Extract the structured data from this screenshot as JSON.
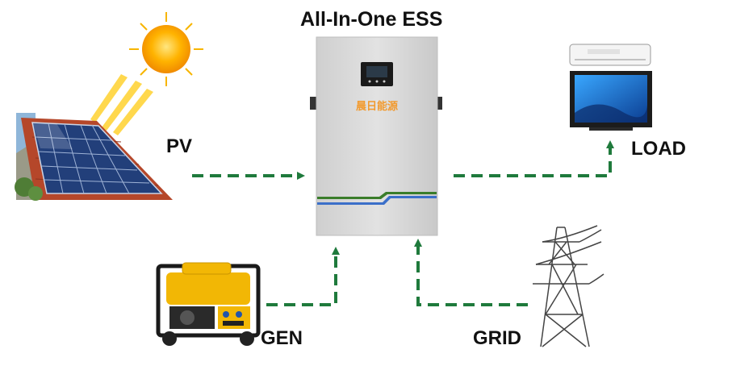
{
  "title": "All-In-One ESS",
  "nodes": {
    "pv": {
      "label": "PV"
    },
    "load": {
      "label": "LOAD"
    },
    "gen": {
      "label": "GEN"
    },
    "grid": {
      "label": "GRID"
    }
  },
  "ess_unit": {
    "brand_text": "晨日能源"
  },
  "colors": {
    "flow_arrow": "#1f7a3c",
    "cabinet": "#d9d9d9",
    "cabinet_stripe_green": "#3a7d2a",
    "cabinet_stripe_blue": "#3b6fc9",
    "brand_text": "#f29a2e",
    "generator": "#f2b705",
    "sun": "#f7a600",
    "roof": "#b5472a",
    "panel": "#223f7a"
  },
  "icons": [
    "sun-icon",
    "solar-panel-icon",
    "air-conditioner-icon",
    "tv-icon",
    "generator-icon",
    "power-tower-icon"
  ]
}
